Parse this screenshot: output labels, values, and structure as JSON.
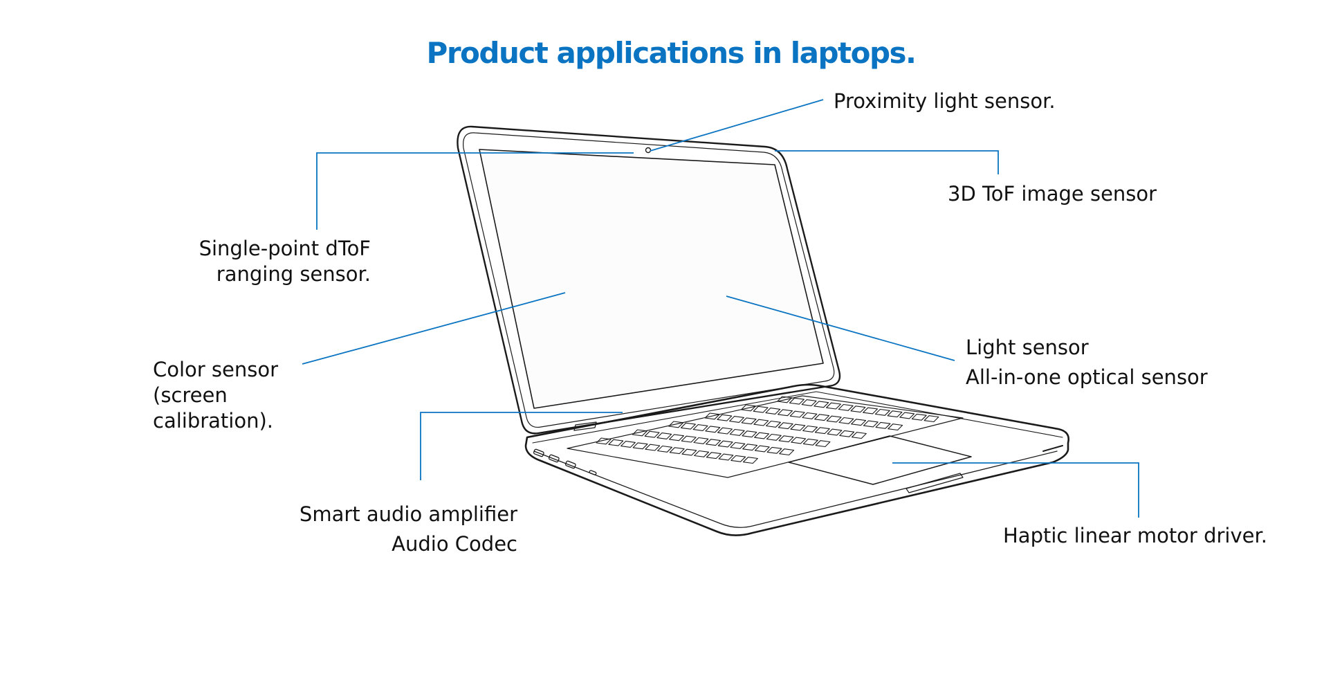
{
  "title": "Product applications in laptops.",
  "labels": {
    "proximity": "Proximity light sensor.",
    "tof3d": "3D ToF image sensor",
    "dtof_line1": "Single-point dToF",
    "dtof_line2": "ranging sensor.",
    "color_line1": "Color sensor",
    "color_line2": "(screen",
    "color_line3": "calibration).",
    "light_line1": "Light sensor",
    "light_line2": "All-in-one optical sensor",
    "audio_line1": "Smart audio amplifier",
    "audio_line2": "Audio Codec",
    "haptic": "Haptic linear motor driver."
  },
  "colors": {
    "accent": "#0a74c2",
    "text": "#111111",
    "outline": "#1a1a1a"
  }
}
